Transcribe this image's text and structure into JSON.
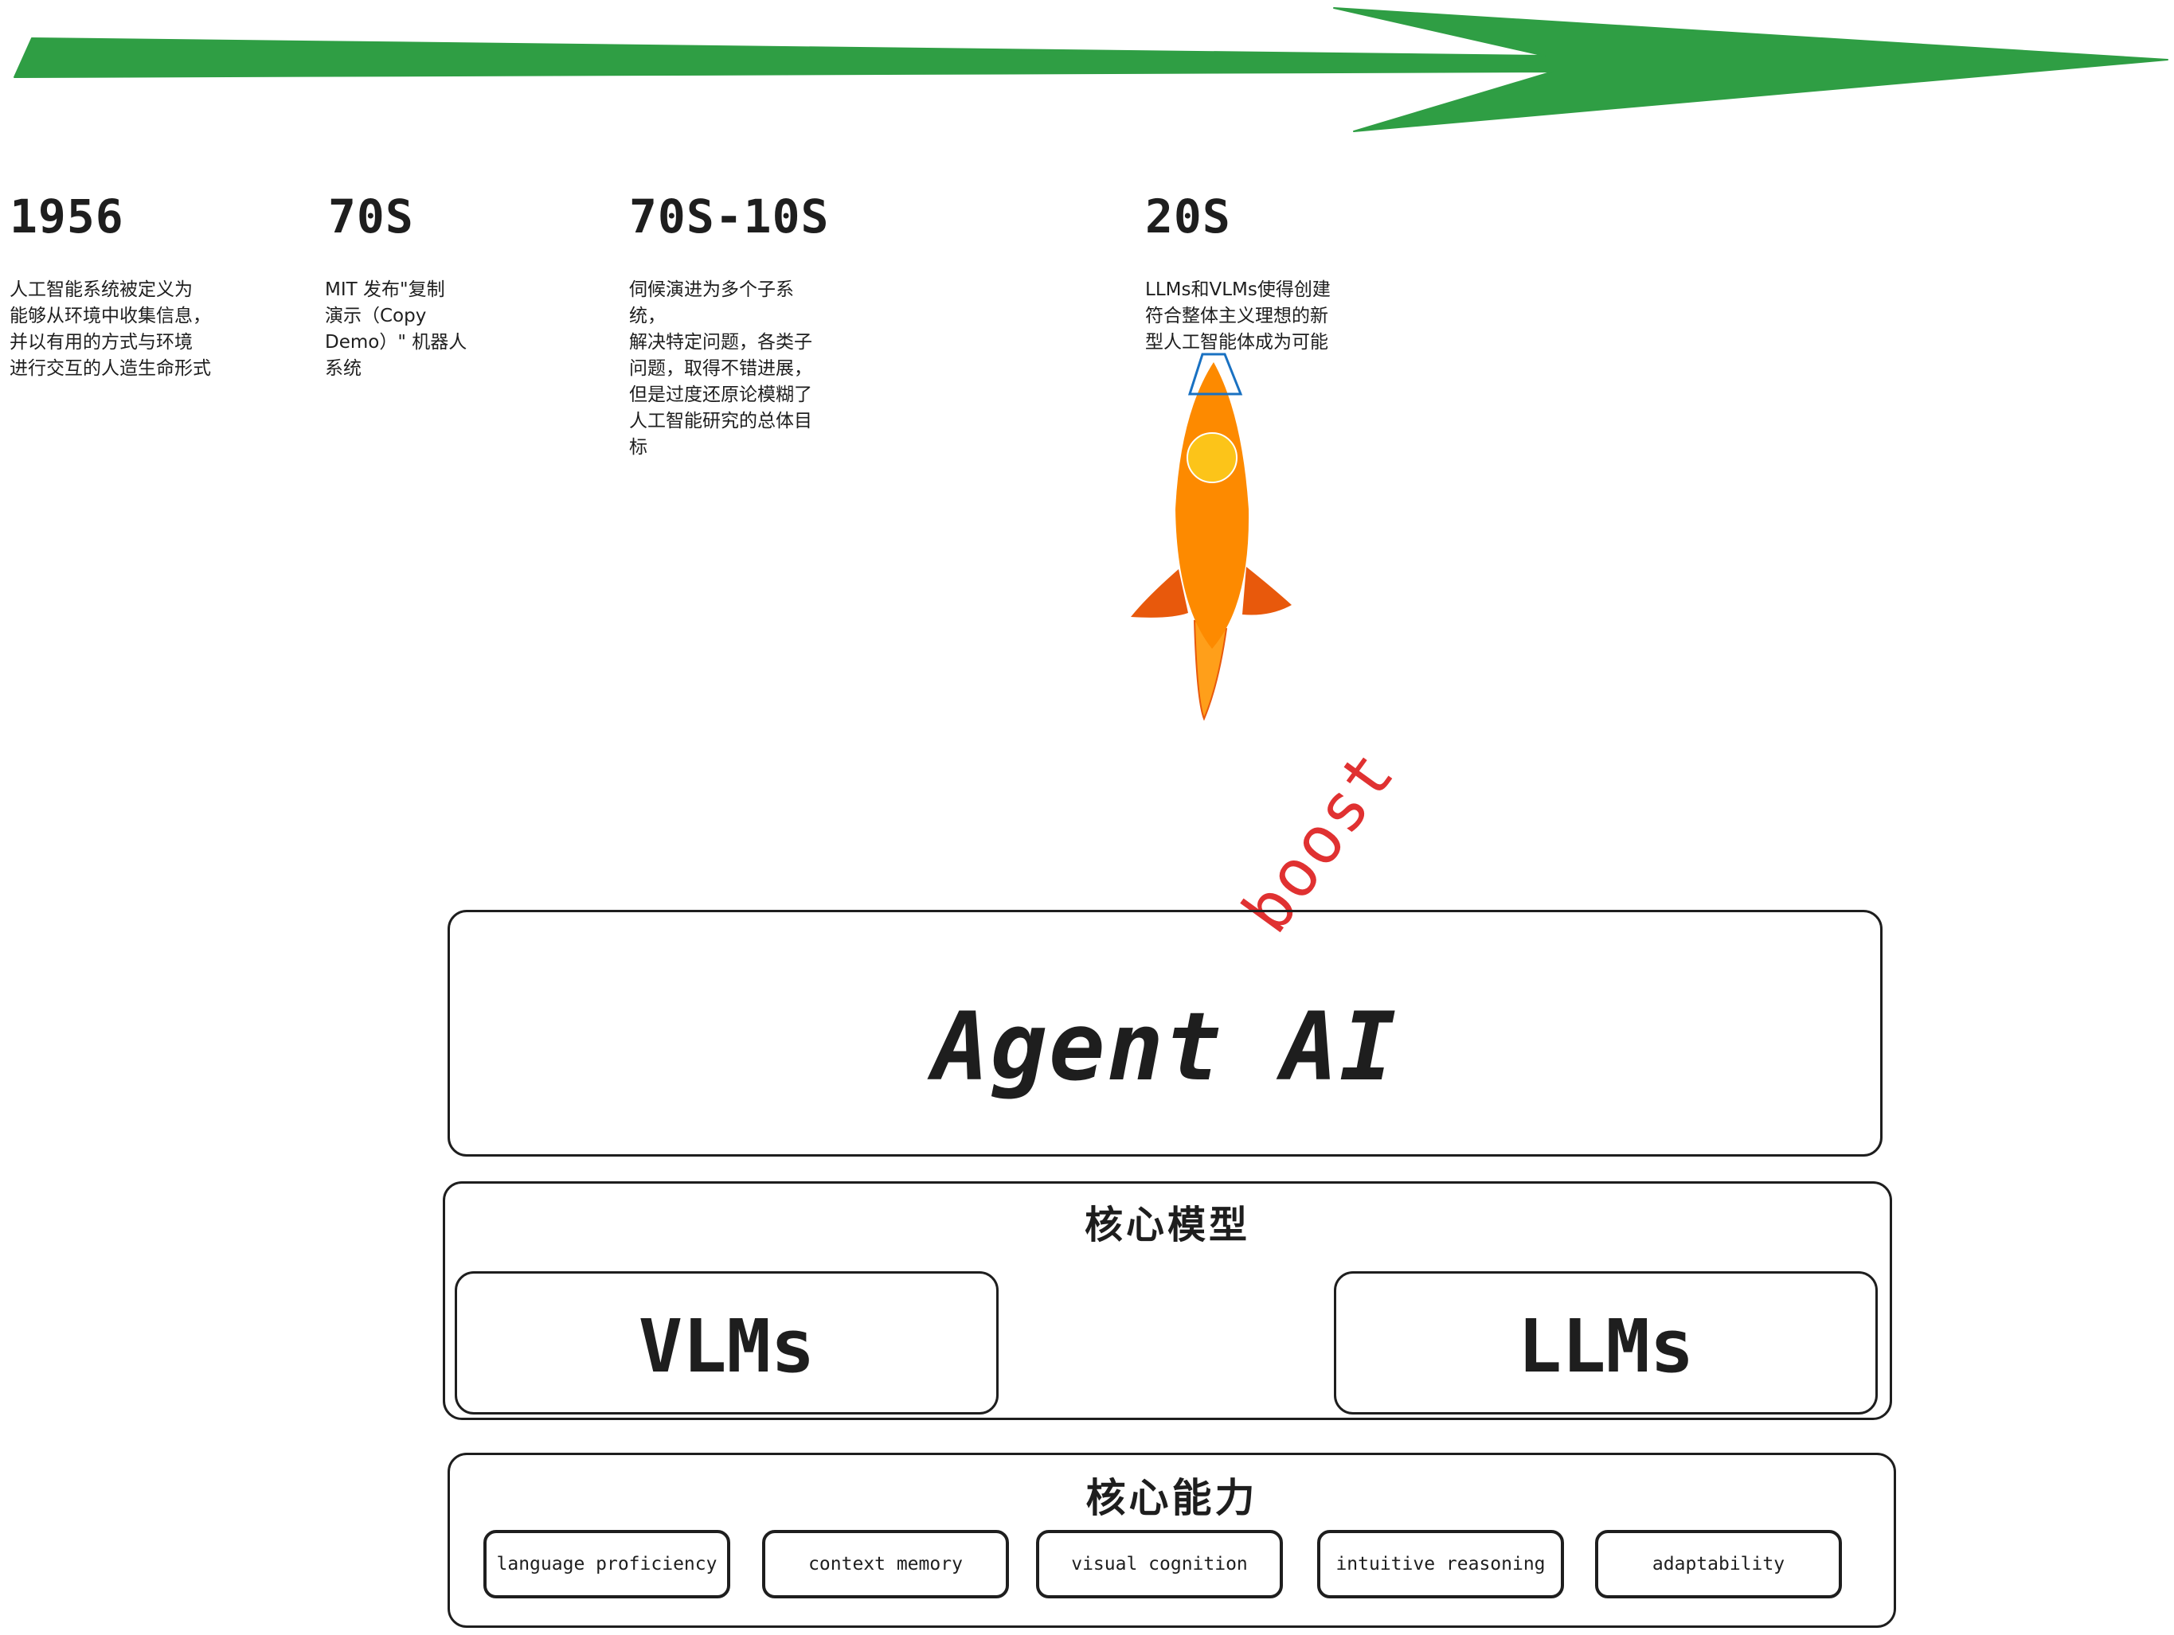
{
  "timeline": {
    "eras": [
      {
        "title": "1956",
        "desc": "人工智能系统被定义为\n能够从环境中收集信息，\n并以有用的方式与环境\n进行交互的人造生命形式"
      },
      {
        "title": "70S",
        "desc": "MIT 发布\"复制\n演示（Copy\nDemo）\" 机器人\n系统"
      },
      {
        "title": "70S-10S",
        "desc": "伺候演进为多个子系\n统，\n解决特定问题，各类子\n问题，取得不错进展，\n但是过度还原论模糊了\n人工智能研究的总体目\n标"
      },
      {
        "title": "20S",
        "desc": "LLMs和VLMs使得创建\n符合整体主义理想的新\n型人工智能体成为可能"
      }
    ]
  },
  "boost_label": "boost",
  "agent": {
    "title": "Agent AI"
  },
  "core_models": {
    "title": "核心模型",
    "models": [
      "VLMs",
      "LLMs"
    ]
  },
  "core_abilities": {
    "title": "核心能力",
    "items": [
      "language proficiency",
      "context memory",
      "visual cognition",
      "intuitive reasoning",
      "adaptability"
    ]
  },
  "colors": {
    "arrow": "#2f9e44",
    "rocket_body": "#fd8a00",
    "rocket_fin": "#e8590c",
    "rocket_window": "#fcc419",
    "boost": "#e03131",
    "stroke": "#1e1e1e"
  }
}
